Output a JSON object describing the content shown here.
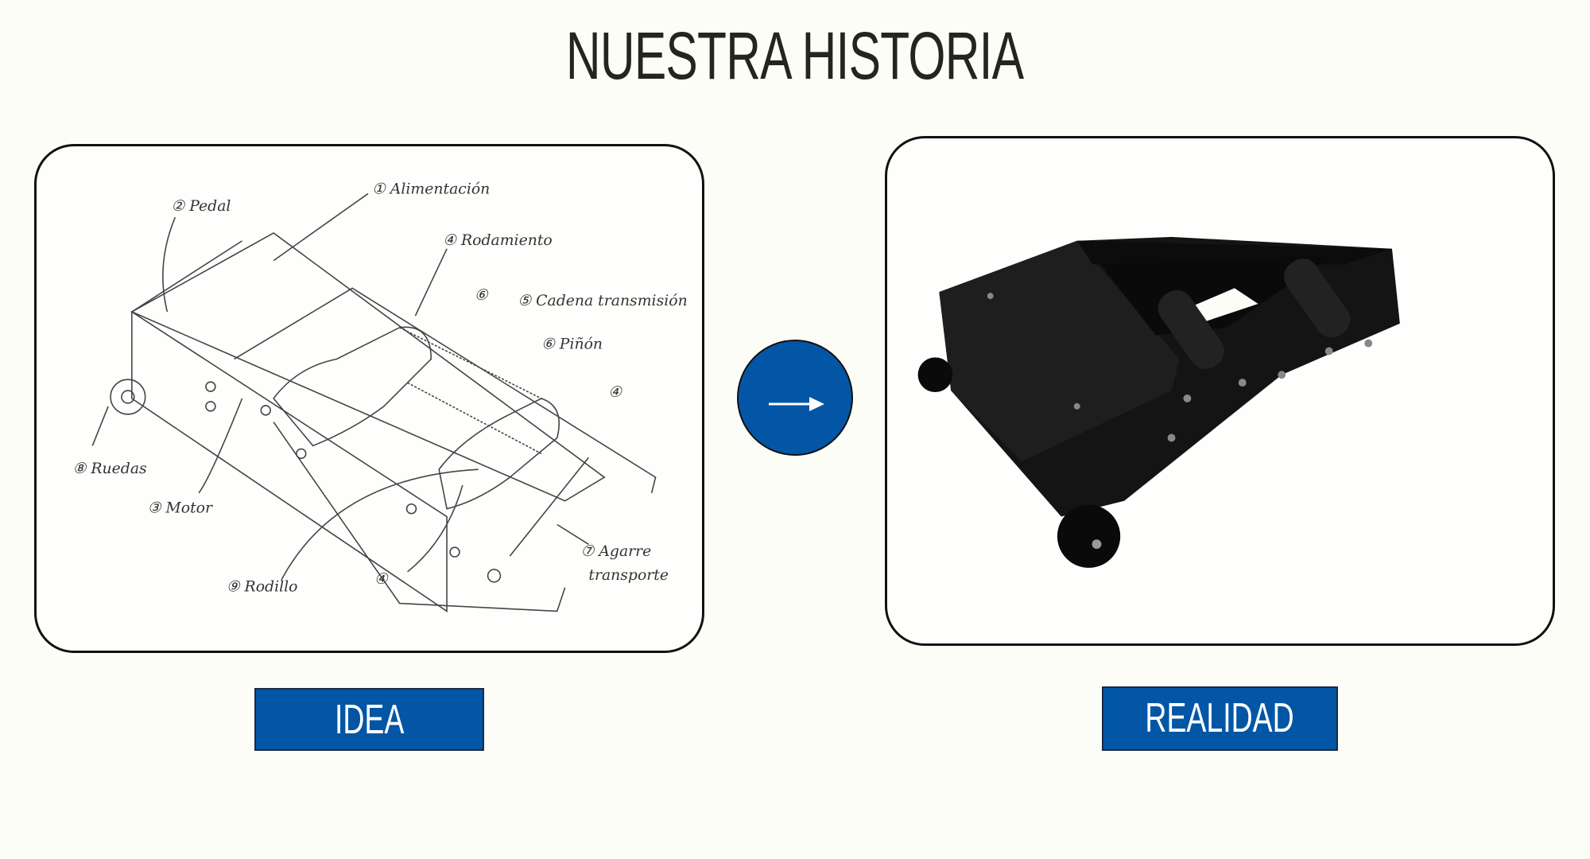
{
  "title": "NUESTRA HISTORIA",
  "idea": {
    "button_label": "IDEA",
    "sketch_labels": [
      "① Alimentación",
      "② Pedal",
      "④ Rodamiento",
      "⑥",
      "⑤ Cadena transmisión",
      "⑥ Piñón",
      "④",
      "⑧ Ruedas",
      "③ Motor",
      "⑦ Agarre",
      "transporte",
      "⑨ Rodillo",
      "④"
    ]
  },
  "reality": {
    "button_label": "REALIDAD"
  },
  "next_icon": "arrow-right-icon",
  "colors": {
    "accent": "#0356a5",
    "background": "#fdfdf8",
    "title": "#22261f"
  }
}
